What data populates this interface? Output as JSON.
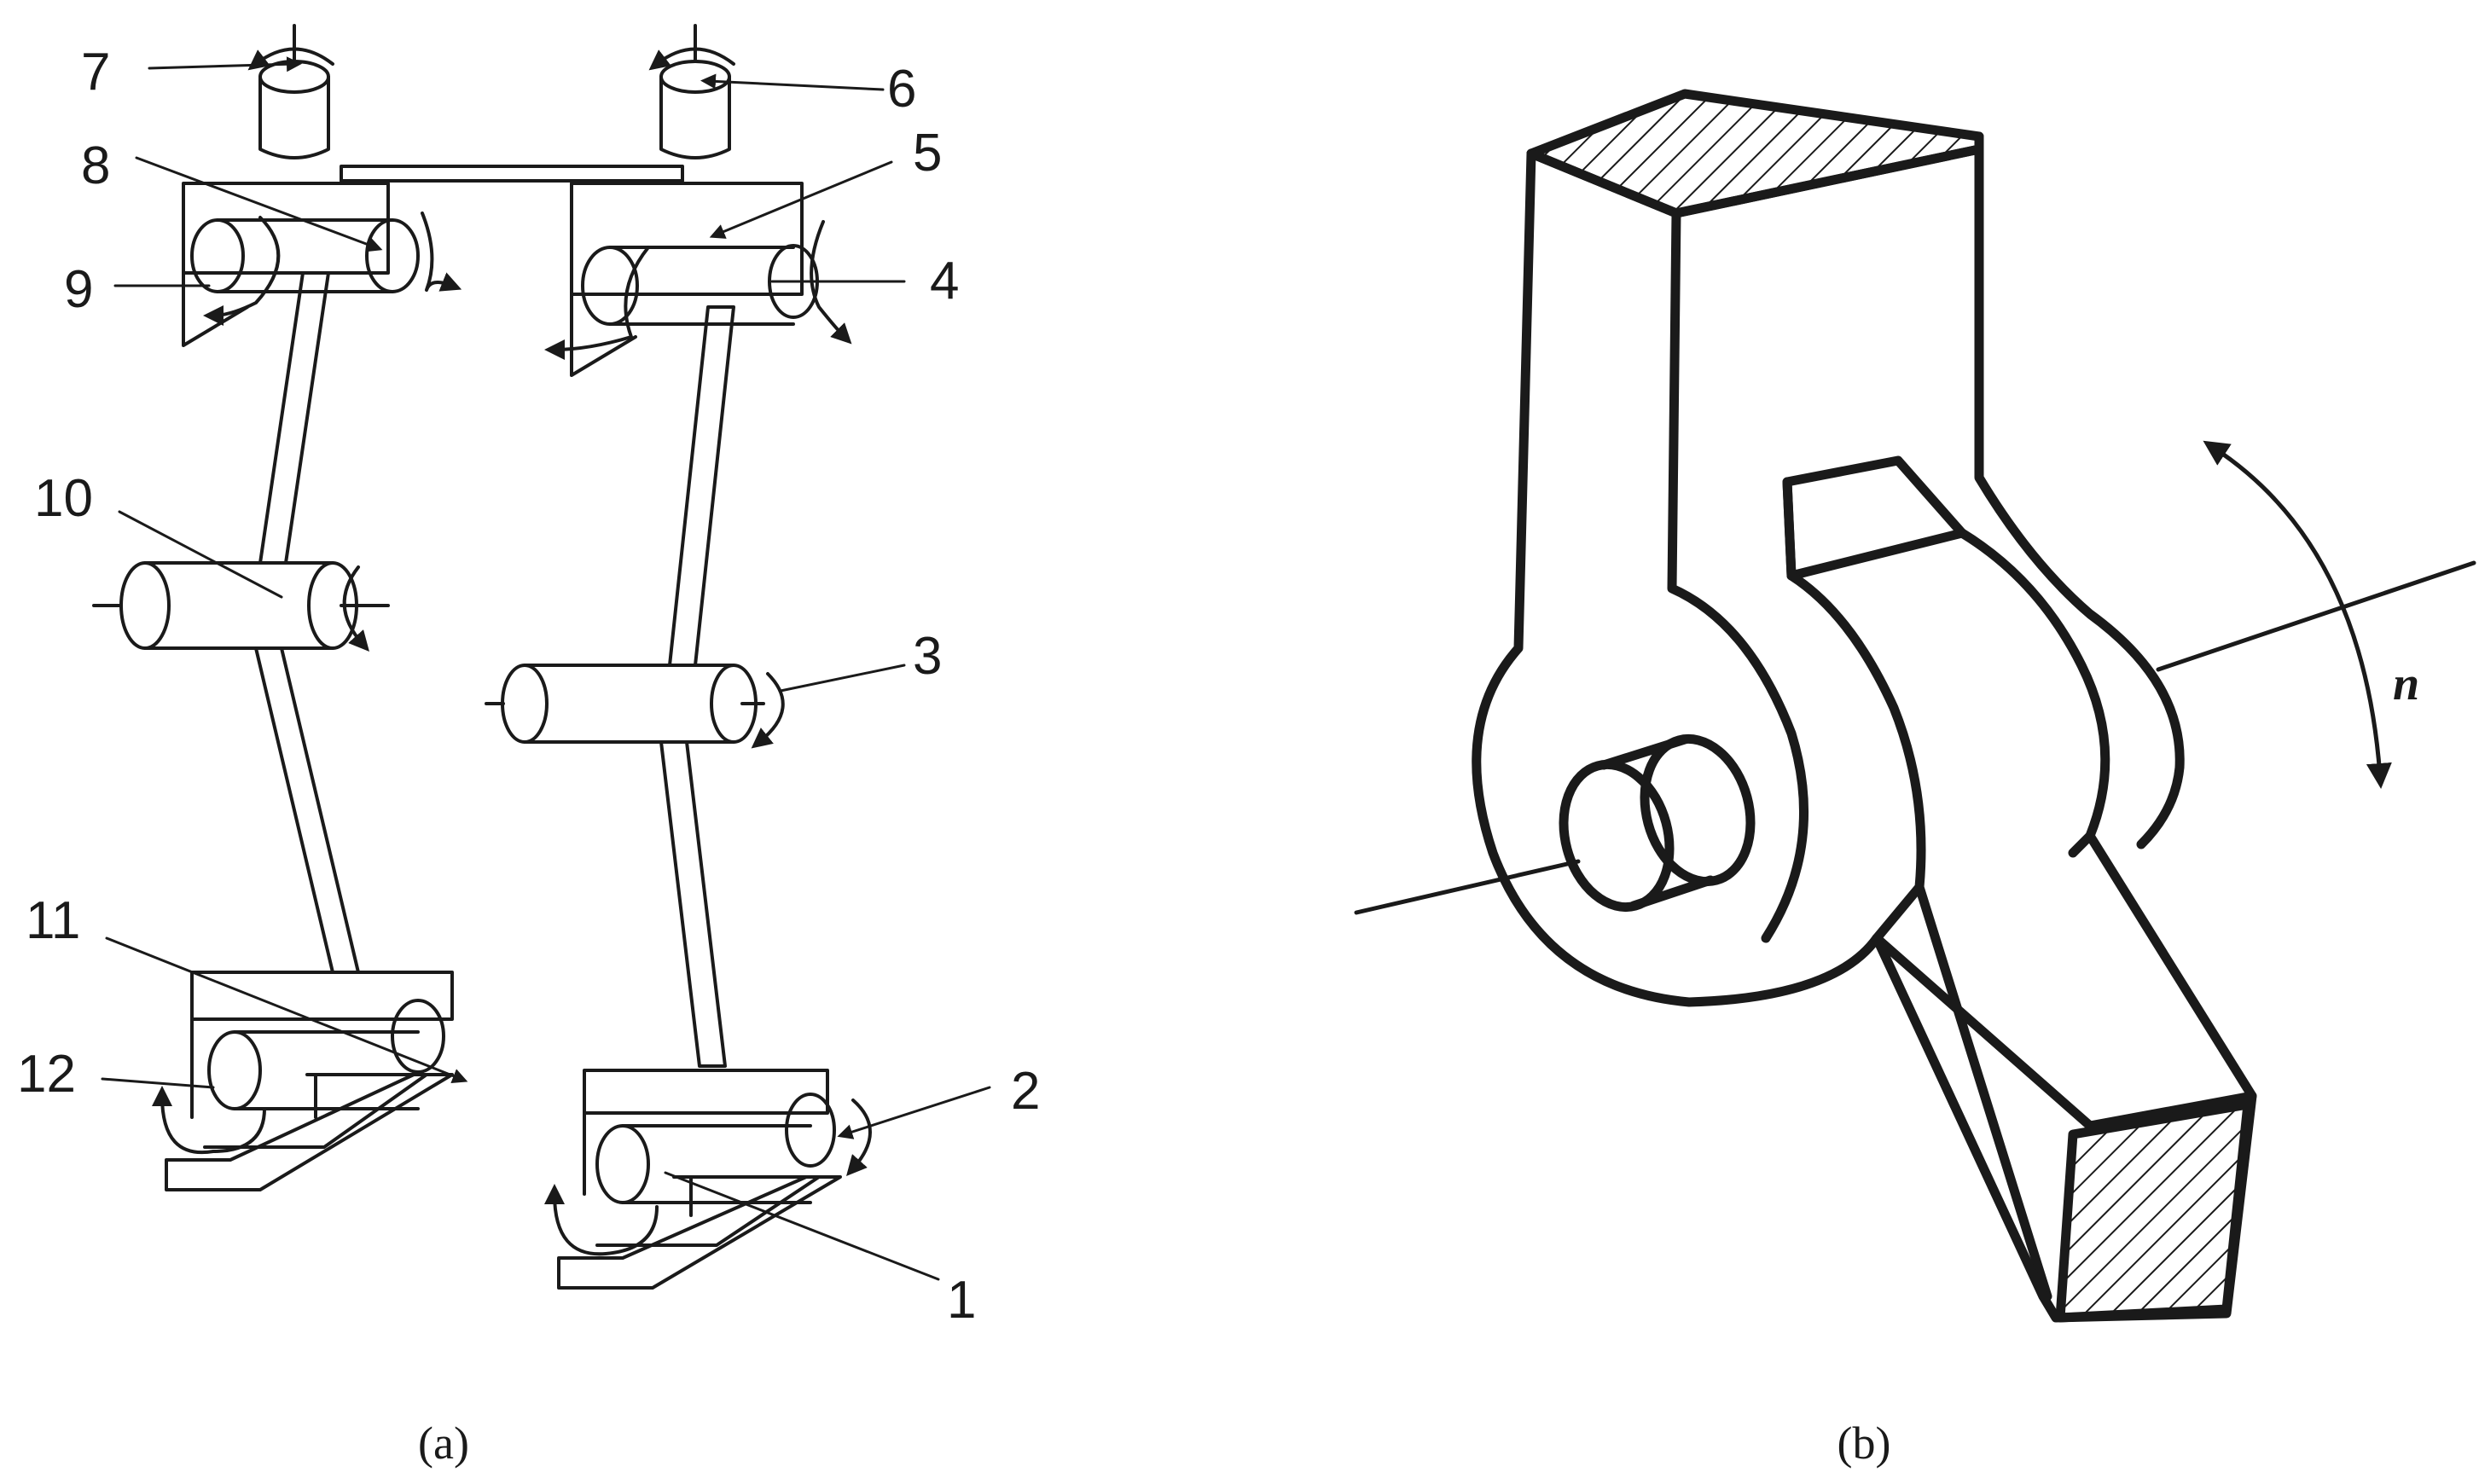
{
  "panel_a": {
    "caption": "(a)",
    "labels": [
      "1",
      "2",
      "3",
      "4",
      "5",
      "6",
      "7",
      "8",
      "9",
      "10",
      "11",
      "12"
    ]
  },
  "panel_b": {
    "caption": "(b)",
    "rotation_label": "n"
  },
  "colors": {
    "ink": "#1a1a1a",
    "background": "#ffffff"
  }
}
